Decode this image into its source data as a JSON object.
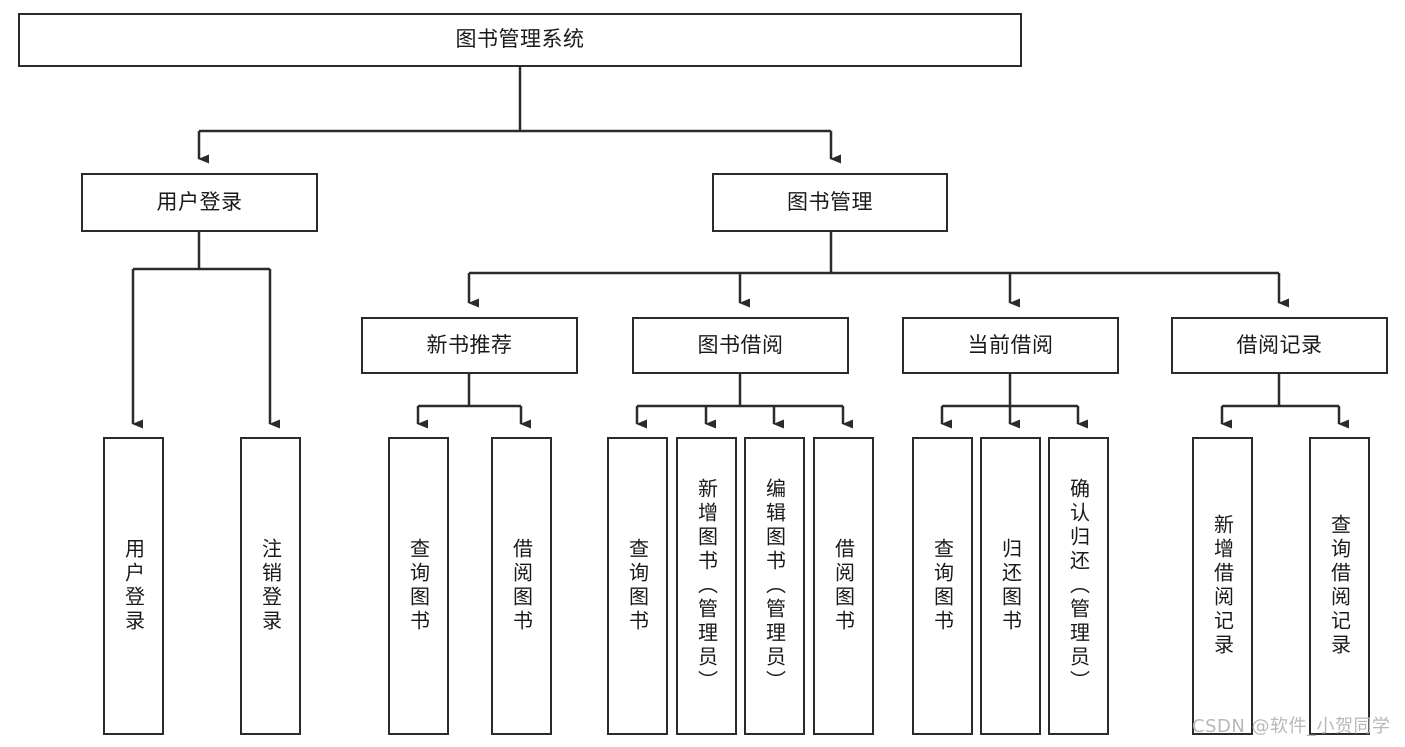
{
  "diagram": {
    "type": "tree-hierarchy",
    "title": "图书管理系统",
    "watermark": "CSDN @软件_小贺同学",
    "colors": {
      "stroke": "#2b2b2b",
      "box_fill": "#ffffff",
      "text": "#1a1a1a",
      "background": "#ffffff",
      "watermark": "#b8b8b8"
    },
    "nodes": {
      "root": {
        "label": "图书管理系统",
        "orientation": "horizontal"
      },
      "level2": [
        {
          "id": "user-login",
          "label": "用户登录",
          "orientation": "horizontal"
        },
        {
          "id": "book-management",
          "label": "图书管理",
          "orientation": "horizontal"
        }
      ],
      "level3": [
        {
          "id": "new-book-recommend",
          "label": "新书推荐",
          "orientation": "horizontal"
        },
        {
          "id": "book-borrow",
          "label": "图书借阅",
          "orientation": "horizontal"
        },
        {
          "id": "current-borrow",
          "label": "当前借阅",
          "orientation": "horizontal"
        },
        {
          "id": "borrow-record",
          "label": "借阅记录",
          "orientation": "horizontal"
        }
      ],
      "leaves": [
        {
          "id": "leaf-user-login",
          "label": "用户登录",
          "orientation": "vertical",
          "parent": "user-login"
        },
        {
          "id": "leaf-user-logout",
          "label": "注销登录",
          "orientation": "vertical",
          "parent": "user-login"
        },
        {
          "id": "leaf-query-book-1",
          "label": "查询图书",
          "orientation": "vertical",
          "parent": "new-book-recommend"
        },
        {
          "id": "leaf-borrow-book-1",
          "label": "借阅图书",
          "orientation": "vertical",
          "parent": "new-book-recommend"
        },
        {
          "id": "leaf-query-book-2",
          "label": "查询图书",
          "orientation": "vertical",
          "parent": "book-borrow"
        },
        {
          "id": "leaf-add-book",
          "label": "新增图书（管理员）",
          "orientation": "vertical",
          "parent": "book-borrow"
        },
        {
          "id": "leaf-edit-book",
          "label": "编辑图书（管理员）",
          "orientation": "vertical",
          "parent": "book-borrow"
        },
        {
          "id": "leaf-borrow-book-2",
          "label": "借阅图书",
          "orientation": "vertical",
          "parent": "book-borrow"
        },
        {
          "id": "leaf-query-book-3",
          "label": "查询图书",
          "orientation": "vertical",
          "parent": "current-borrow"
        },
        {
          "id": "leaf-return-book",
          "label": "归还图书",
          "orientation": "vertical",
          "parent": "current-borrow"
        },
        {
          "id": "leaf-confirm-return",
          "label": "确认归还（管理员）",
          "orientation": "vertical",
          "parent": "current-borrow"
        },
        {
          "id": "leaf-add-record",
          "label": "新增借阅记录",
          "orientation": "vertical",
          "parent": "borrow-record"
        },
        {
          "id": "leaf-query-record",
          "label": "查询借阅记录",
          "orientation": "vertical",
          "parent": "borrow-record"
        }
      ]
    }
  }
}
